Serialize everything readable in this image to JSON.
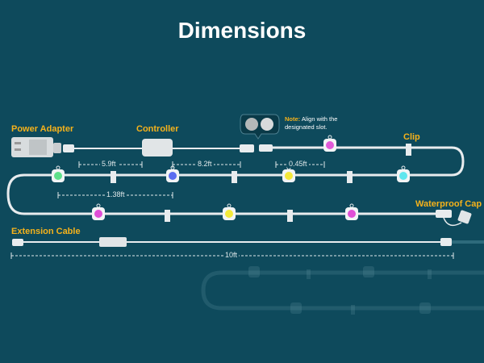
{
  "title": "Dimensions",
  "labels": {
    "power_adapter": "Power Adapter",
    "controller": "Controller",
    "clip": "Clip",
    "waterproof_cap": "Waterproof Cap",
    "extension_cable": "Extension Cable"
  },
  "note": {
    "prefix": "Note:",
    "line1": "Align with the",
    "line2": "designated slot."
  },
  "dimensions": {
    "adapter_to_controller": "5.9ft",
    "controller_to_connector": "8.2ft",
    "connector_to_first_light": "0.45ft",
    "light_spacing": "1.38ft",
    "extension_cable_length": "10ft"
  },
  "colors": {
    "background": "#0e4a5c",
    "accent": "#f5b21b",
    "cable": "#e8ecee",
    "lights": [
      "#e05ad8",
      "#5ee08a",
      "#5b6cf0",
      "#f4e83a",
      "#5fe6ee",
      "#e04fd6",
      "#f4ea3a",
      "#e04fd6"
    ]
  }
}
